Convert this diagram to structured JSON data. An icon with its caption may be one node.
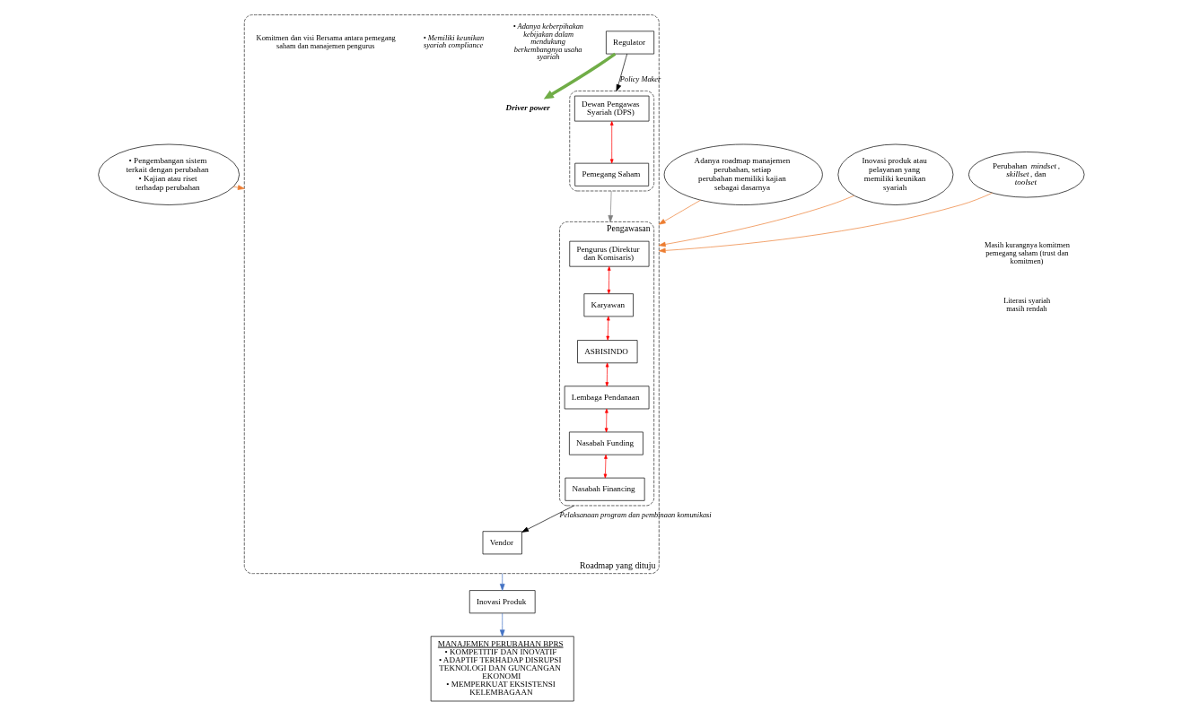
{
  "diagram": {
    "nodes": [
      {
        "text": [
          "• Pengembangan sistem terkait dengan perubahan",
          "• Kajian atau riset terhadap perubahan"
        ]
      },
      {
        "text": [
          "Adanya roadmap manajemen perubahan, setiap perubahan memiliki kajian sebagai dasarnya"
        ]
      },
      {
        "text": [
          "Inovasi produk atau pelayanan yang memiliki keunikan syariah"
        ]
      },
      {
        "text": [
          "Perubahan *mindset*, *skillset*, dan *toolset*"
        ]
      },
      {
        "text": [
          "Roadmap yang dituju"
        ]
      },
      {
        "text": [
          "Pengawasan"
        ],
        "in": 4
      },
      {
        "text": [
          "Pengurus (Direktur dan Komisaris)"
        ],
        "in": 5
      },
      {
        "text": [
          "Karyawan"
        ],
        "in": 5
      },
      {
        "text": [
          "ASBISINDO"
        ],
        "in": 5
      },
      {
        "text": [
          "Lembaga Pendanaan"
        ],
        "in": 5
      },
      {
        "text": [
          "Nasabah Funding"
        ],
        "in": 5
      },
      {
        "text": [
          "Nasabah Financing"
        ],
        "in": 5
      },
      {
        "text": [
          "Regulator"
        ],
        "in": 4
      },
      {
        "text": [
          "Driver power"
        ],
        "in": 4
      },
      {
        "text": [],
        "shape": "box",
        "in": 4
      },
      {
        "text": [
          "Dewan Pengawas Syariah (DPS)"
        ],
        "in": 14
      },
      {
        "text": [
          "Pemegang Saham"
        ],
        "in": 14
      },
      {
        "text": [
          "Vendor"
        ],
        "in": 4
      },
      {
        "text": [
          "Inovasi Produk"
        ]
      },
      {
        "text": [
          "MANAJEMEN PERUBAHAN BPRS",
          "• KOMPETITIF DAN INOVATIF",
          "• ADAPTIF TERHADAP DISRUPSI TEKNOLOGI DAN GUNCANGAN EKONOMI",
          "• MEMPERKUAT EKSISTENSI KELEMBAGAAN"
        ]
      }
    ],
    "edges": [
      {
        "from": 0,
        "to": 4,
        "arrow": "to",
        "color": "#ed7d31"
      },
      {
        "from": 1,
        "to": 4,
        "arrow": "to",
        "color": "#ed7d31"
      },
      {
        "from": 2,
        "to": 4,
        "arrow": "to",
        "color": "#ed7d31"
      },
      {
        "from": 3,
        "to": 4,
        "arrow": "to",
        "color": "#ed7d31"
      },
      {
        "from": 12,
        "to": 13,
        "arrow": "to",
        "style": "thick",
        "color": "#70ad47"
      },
      {
        "from": 12,
        "to": 14,
        "arrow": "to",
        "label": "Policy Maker",
        "color": "#000000"
      },
      {
        "from": 15,
        "to": 16,
        "arrow": "both",
        "color": "#ff0000"
      },
      {
        "from": 6,
        "to": 7,
        "arrow": "both",
        "color": "#ff0000"
      },
      {
        "from": 7,
        "to": 8,
        "arrow": "both",
        "color": "#ff0000"
      },
      {
        "from": 8,
        "to": 9,
        "arrow": "both",
        "color": "#ff0000"
      },
      {
        "from": 9,
        "to": 10,
        "arrow": "both",
        "color": "#ff0000"
      },
      {
        "from": 10,
        "to": 11,
        "arrow": "both",
        "color": "#ff0000"
      },
      {
        "from": 14,
        "to": 5,
        "arrow": "to",
        "color": "#7f7f7f"
      },
      {
        "from": 5,
        "to": 17,
        "arrow": "to",
        "label": "Pelaksanaan program dan pembinaan komunikasi",
        "color": "#000000"
      },
      {
        "from": 4,
        "to": 18,
        "arrow": "to",
        "color": "#4472c4"
      },
      {
        "from": 18,
        "to": 19,
        "arrow": "to",
        "color": "#4472c4"
      }
    ],
    "labels": [
      "Masih kurangnya komitmen pemegang saham (trust dan komitmen)",
      "Literasi syariah masih rendah",
      "• Adanya keberpihakan kebijakan dalam mendukung berkembangnya usaha syariah",
      "• Memiliki keunikan syariah compliance",
      "Komitmen dan visi Bersama antara pemegang saham dan manajemen pengurus"
    ]
  }
}
